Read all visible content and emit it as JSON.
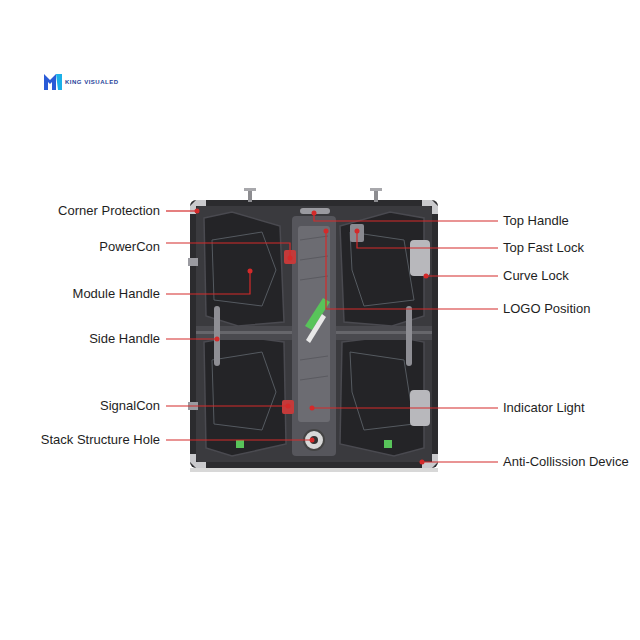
{
  "diagram": {
    "labels": [
      "KING VISUALED",
      "Corner Protection",
      "PowerCon",
      "Module Handle",
      "Side Handle",
      "SignalCon",
      "Stack Structure Hole",
      "Top Handle",
      "Top Fast Lock",
      "Curve Lock",
      "LOGO Position",
      "Indicator Light",
      "Anti-Collission Device"
    ]
  }
}
